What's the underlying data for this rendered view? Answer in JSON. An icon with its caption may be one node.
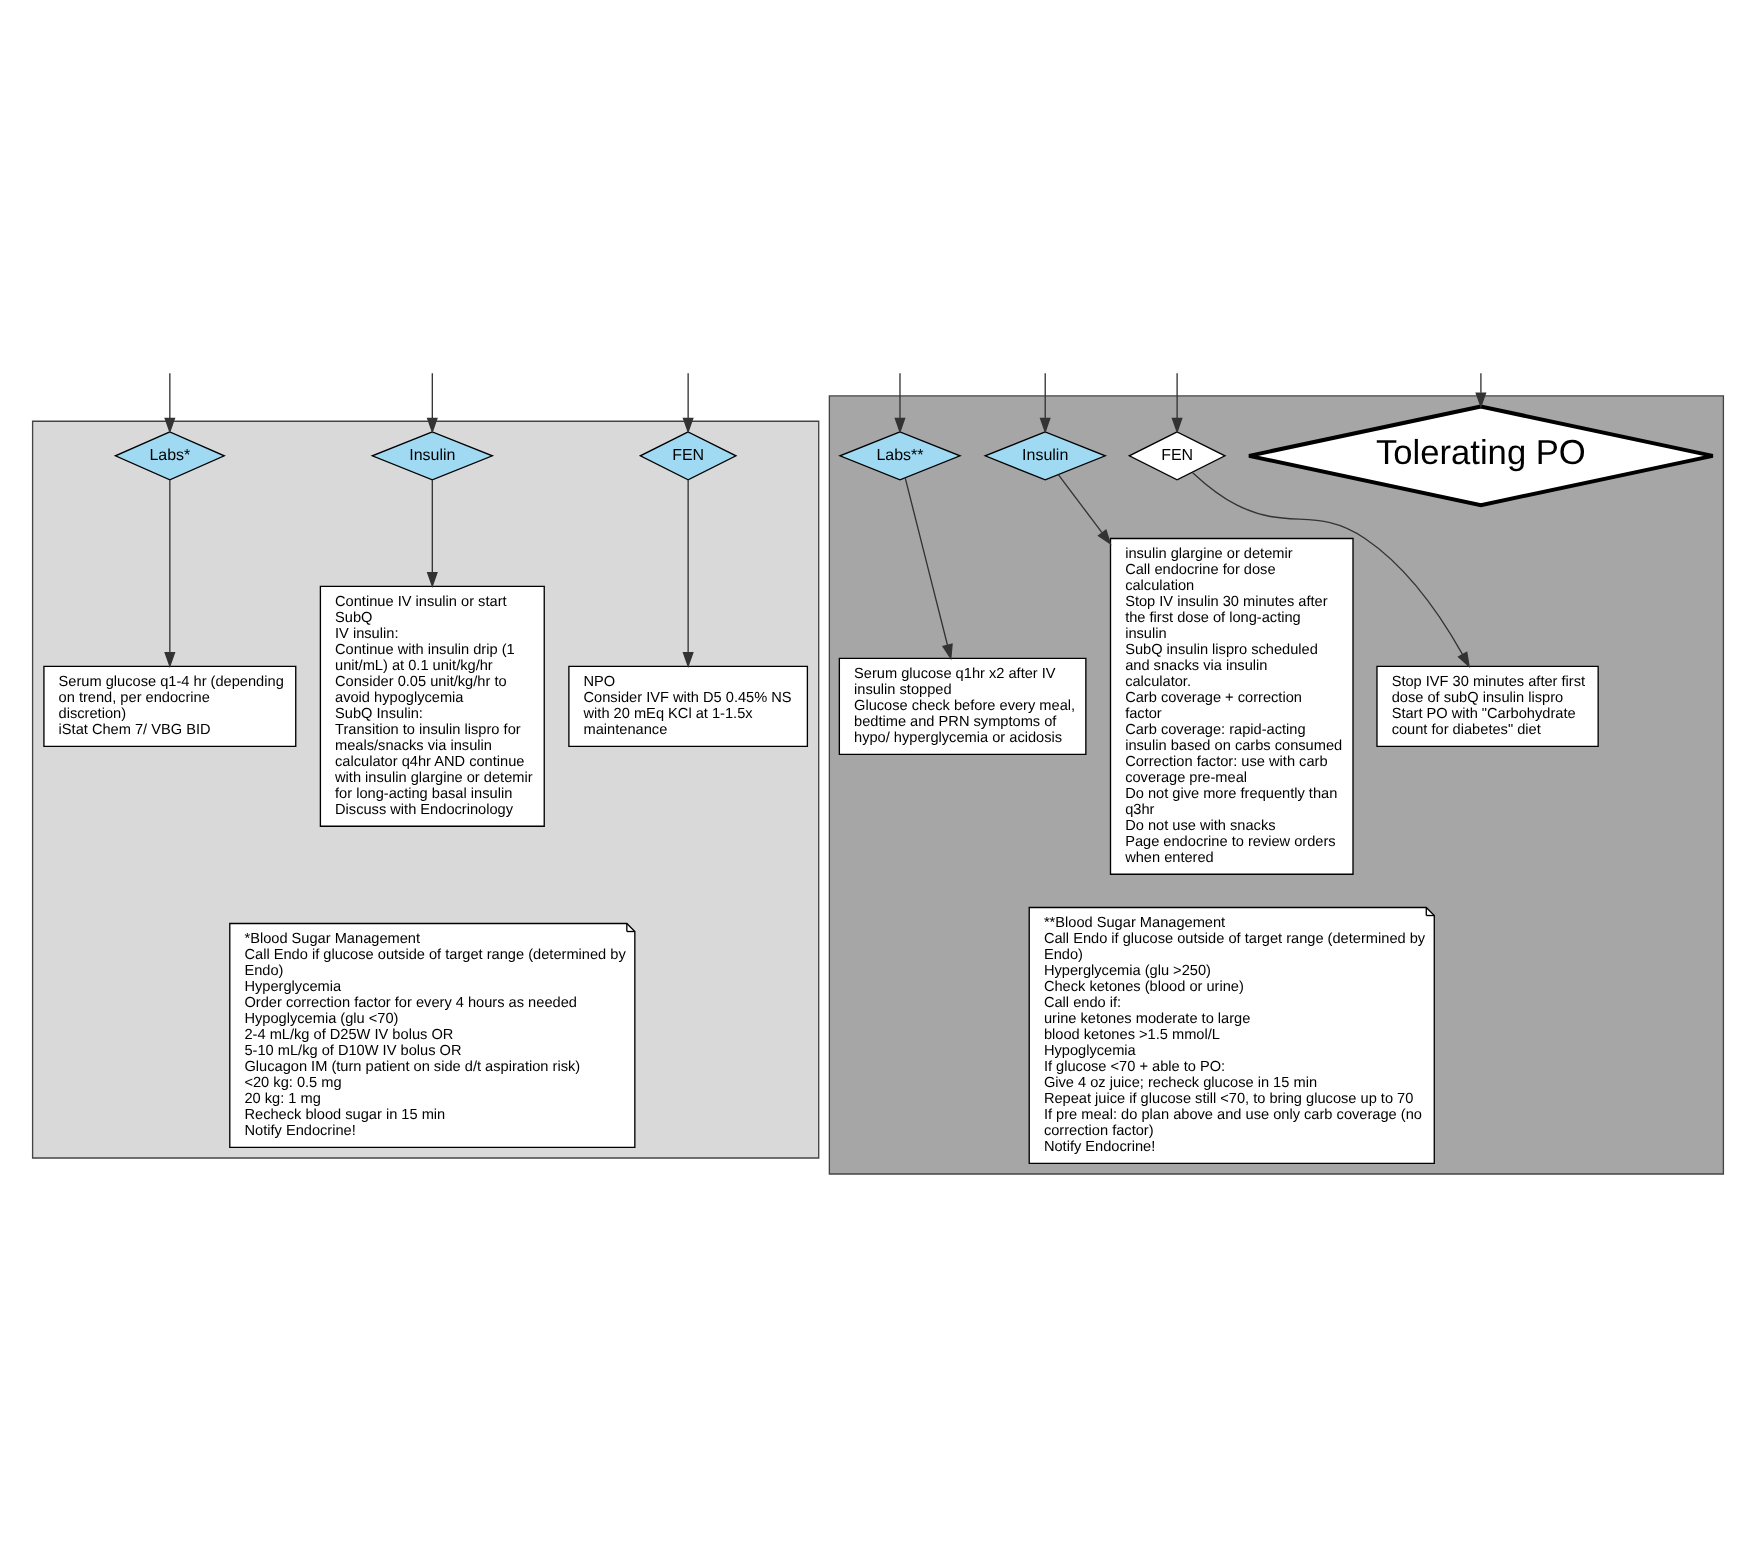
{
  "diagram": {
    "nodes": [
      {
        "text": [],
        "shape": "box"
      },
      {
        "text": [
          "Labs*"
        ],
        "in": 0
      },
      {
        "text": [
          "Insulin"
        ],
        "in": 0
      },
      {
        "text": [
          "FEN"
        ],
        "in": 0
      },
      {
        "text": [
          "Serum glucose q1-4 hr (depending on trend, per endocrine discretion)",
          "iStat Chem 7/ VBG BID"
        ],
        "in": 0
      },
      {
        "text": [
          "Continue IV insulin or start SubQ",
          "IV insulin:",
          "Continue with insulin drip (1 unit/mL) at 0.1 unit/kg/hr",
          "Consider 0.05 unit/kg/hr to avoid hypoglycemia",
          "SubQ Insulin:",
          "Transition to insulin lispro for meals/snacks via insulin calculator q4hr AND continue with insulin glargine or detemir for long-acting basal insulin",
          "Discuss with Endocrinology"
        ],
        "in": 0
      },
      {
        "text": [
          "NPO",
          "Consider IVF with D5 0.45% NS with 20 mEq KCl at 1-1.5x maintenance"
        ],
        "in": 0
      },
      {
        "text": [
          "*Blood Sugar Management",
          "Call Endo if glucose outside of target range (determined by Endo)",
          "Hyperglycemia",
          "Order correction factor for every 4 hours as needed",
          "Hypoglycemia (glu <70)",
          "2-4 mL/kg of D25W IV bolus OR",
          "5-10 mL/kg of D10W IV bolus OR",
          "Glucagon IM (turn patient on side d/t aspiration risk)",
          "<20 kg: 0.5 mg",
          "20 kg: 1 mg",
          "Recheck blood sugar in 15 min",
          "Notify Endocrine!"
        ],
        "in": 0
      },
      {
        "text": [],
        "shape": "box"
      },
      {
        "text": [
          "Labs**"
        ],
        "in": 8
      },
      {
        "text": [
          "Insulin"
        ],
        "in": 8
      },
      {
        "text": [
          "FEN"
        ],
        "in": 8
      },
      {
        "text": [
          "Serum glucose q1hr x2 after IV insulin stopped",
          "Glucose check before every meal, bedtime and PRN symptoms of hypo/ hyperglycemia or acidosis"
        ],
        "in": 8
      },
      {
        "text": [
          "insulin glargine or detemir",
          "Call endocrine for dose calculation",
          "Stop IV insulin 30 minutes after the first dose of long-acting insulin",
          "SubQ insulin lispro scheduled and snacks via insulin calculator.",
          "Carb coverage + correction factor",
          "Carb coverage: rapid-acting insulin based on carbs consumed",
          "Correction factor: use with carb coverage pre-meal",
          "Do not give more frequently than q3hr",
          "Do not use with snacks",
          "Page endocrine to review orders when entered"
        ],
        "in": 8
      },
      {
        "text": [
          "Stop IVF 30 minutes after first dose of subQ insulin lispro",
          "Start PO with \"Carbohydrate count for diabetes\" diet"
        ],
        "in": 8
      },
      {
        "text": [
          "**Blood Sugar Management",
          "Call Endo if glucose outside of target range (determined by Endo)",
          "Hyperglycemia (glu >250)",
          "Check ketones (blood or urine)",
          "Call endo if:",
          "urine ketones moderate to large",
          "blood ketones >1.5 mmol/L",
          "Hypoglycemia",
          "If glucose <70 + able to PO:",
          "Give 4 oz juice; recheck glucose in 15 min",
          "Repeat juice if glucose still <70, to bring glucose up to 70",
          "If pre meal: do plan above and use only carb coverage (no correction factor)",
          "Notify Endocrine!"
        ],
        "in": 8
      },
      {
        "text": [
          "Tolerating PO"
        ],
        "in": 8
      }
    ],
    "edges": [
      {
        "from": null,
        "to": 1,
        "arrow": "to"
      },
      {
        "from": null,
        "to": 2,
        "arrow": "to"
      },
      {
        "from": null,
        "to": 3,
        "arrow": "to"
      },
      {
        "from": 1,
        "to": 4,
        "arrow": "to"
      },
      {
        "from": 2,
        "to": 5,
        "arrow": "to"
      },
      {
        "from": 3,
        "to": 6,
        "arrow": "to"
      },
      {
        "from": null,
        "to": 9,
        "arrow": "to"
      },
      {
        "from": null,
        "to": 10,
        "arrow": "to"
      },
      {
        "from": null,
        "to": 11,
        "arrow": "to"
      },
      {
        "from": 9,
        "to": 12,
        "arrow": "to"
      },
      {
        "from": 10,
        "to": 13,
        "arrow": "to"
      },
      {
        "from": 11,
        "to": 14,
        "arrow": "to"
      },
      {
        "from": null,
        "to": 16,
        "arrow": "to"
      }
    ]
  }
}
